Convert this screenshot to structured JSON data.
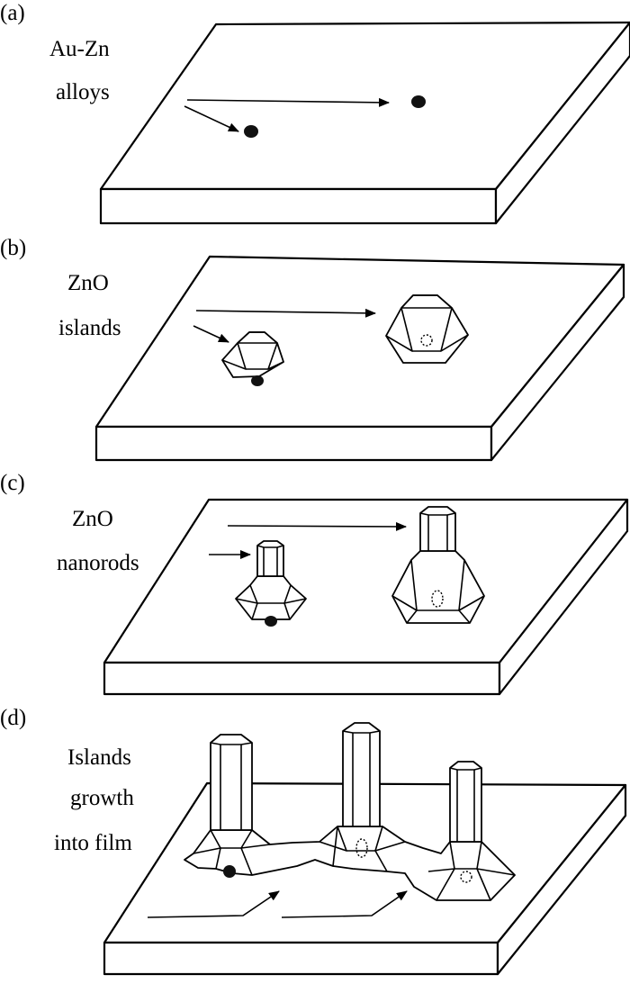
{
  "panels": [
    {
      "letter": "(a)",
      "caption_lines": [
        "Au-Zn",
        "alloys"
      ]
    },
    {
      "letter": "(b)",
      "caption_lines": [
        "ZnO",
        "islands"
      ]
    },
    {
      "letter": "(c)",
      "caption_lines": [
        "ZnO",
        "nanorods"
      ]
    },
    {
      "letter": "(d)",
      "caption_lines": [
        "Islands",
        "growth",
        "into film"
      ]
    }
  ]
}
